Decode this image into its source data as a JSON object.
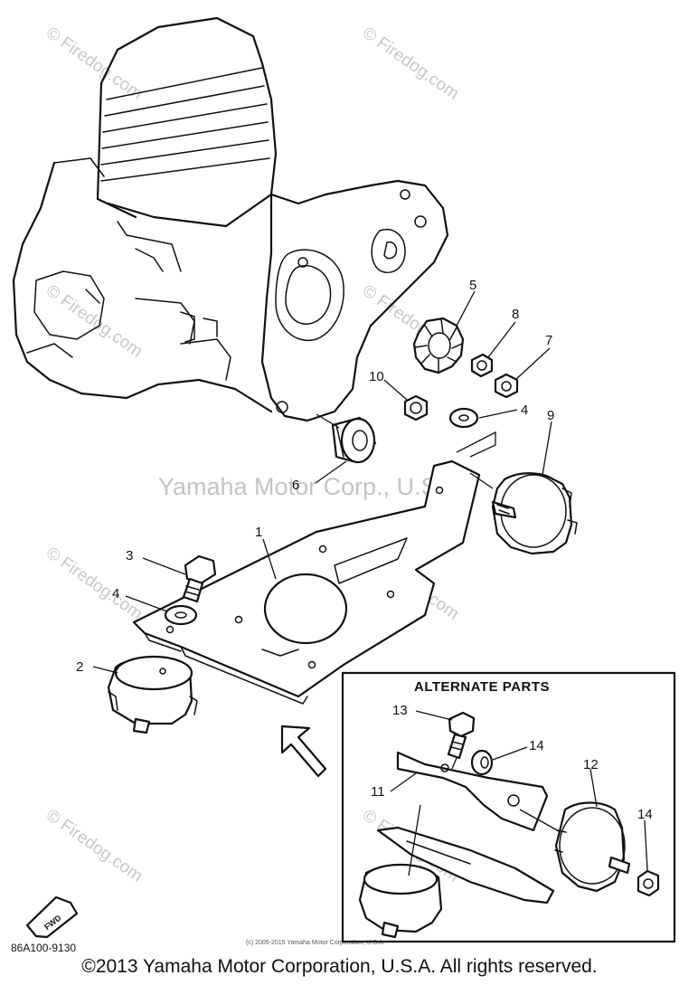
{
  "watermark_text": "© Firedog.com",
  "center_watermark": "Yamaha Motor Corp., U.S.A.",
  "alternate_title": "ALTERNATE PARTS",
  "diagram_code": "86A100-9130",
  "small_copyright": "(c) 2005-2015 Yamaha Motor Corporation, U.S.A.",
  "fwd_label": "FWD",
  "copyright": "©2013 Yamaha Motor Corporation, U.S.A. All rights reserved.",
  "callouts": {
    "c1": "1",
    "c2": "2",
    "c3": "3",
    "c4a": "4",
    "c4b": "4",
    "c5": "5",
    "c6": "6",
    "c7": "7",
    "c8": "8",
    "c9": "9",
    "c10": "10",
    "c11": "11",
    "c12": "12",
    "c13": "13",
    "c14a": "14",
    "c14b": "14"
  }
}
